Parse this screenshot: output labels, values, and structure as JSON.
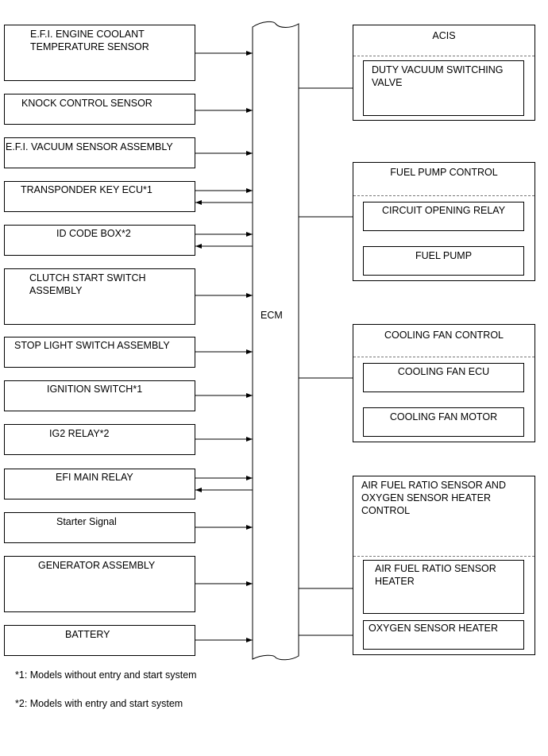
{
  "inputs": [
    {
      "label": "E.F.I. ENGINE COOLANT\nTEMPERATURE SENSOR"
    },
    {
      "label": "KNOCK CONTROL SENSOR"
    },
    {
      "label": "E.F.I. VACUUM SENSOR ASSEMBLY"
    },
    {
      "label": "TRANSPONDER KEY ECU*1"
    },
    {
      "label": "ID CODE BOX*2"
    },
    {
      "label": "CLUTCH START SWITCH\nASSEMBLY"
    },
    {
      "label": "STOP LIGHT SWITCH ASSEMBLY"
    },
    {
      "label": "IGNITION SWITCH*1"
    },
    {
      "label": "IG2 RELAY*2"
    },
    {
      "label": "EFI MAIN RELAY"
    },
    {
      "label": "Starter Signal"
    },
    {
      "label": "GENERATOR ASSEMBLY"
    },
    {
      "label": "BATTERY"
    }
  ],
  "ecm": {
    "label": "ECM"
  },
  "outputs": {
    "acis": {
      "title": "ACIS",
      "items": [
        "DUTY VACUUM SWITCHING\nVALVE"
      ]
    },
    "fuel_pump": {
      "title": "FUEL PUMP CONTROL",
      "items": [
        "CIRCUIT OPENING RELAY",
        "FUEL PUMP"
      ]
    },
    "cooling_fan": {
      "title": "COOLING FAN CONTROL",
      "items": [
        "COOLING FAN ECU",
        "COOLING FAN MOTOR"
      ]
    },
    "af_sensor": {
      "title": "AIR FUEL RATIO SENSOR AND\nOXYGEN SENSOR HEATER\nCONTROL",
      "items": [
        "AIR FUEL RATIO SENSOR\nHEATER",
        "OXYGEN SENSOR HEATER"
      ]
    }
  },
  "footnotes": [
    "*1: Models without entry and start system",
    "*2: Models with entry and start system"
  ]
}
